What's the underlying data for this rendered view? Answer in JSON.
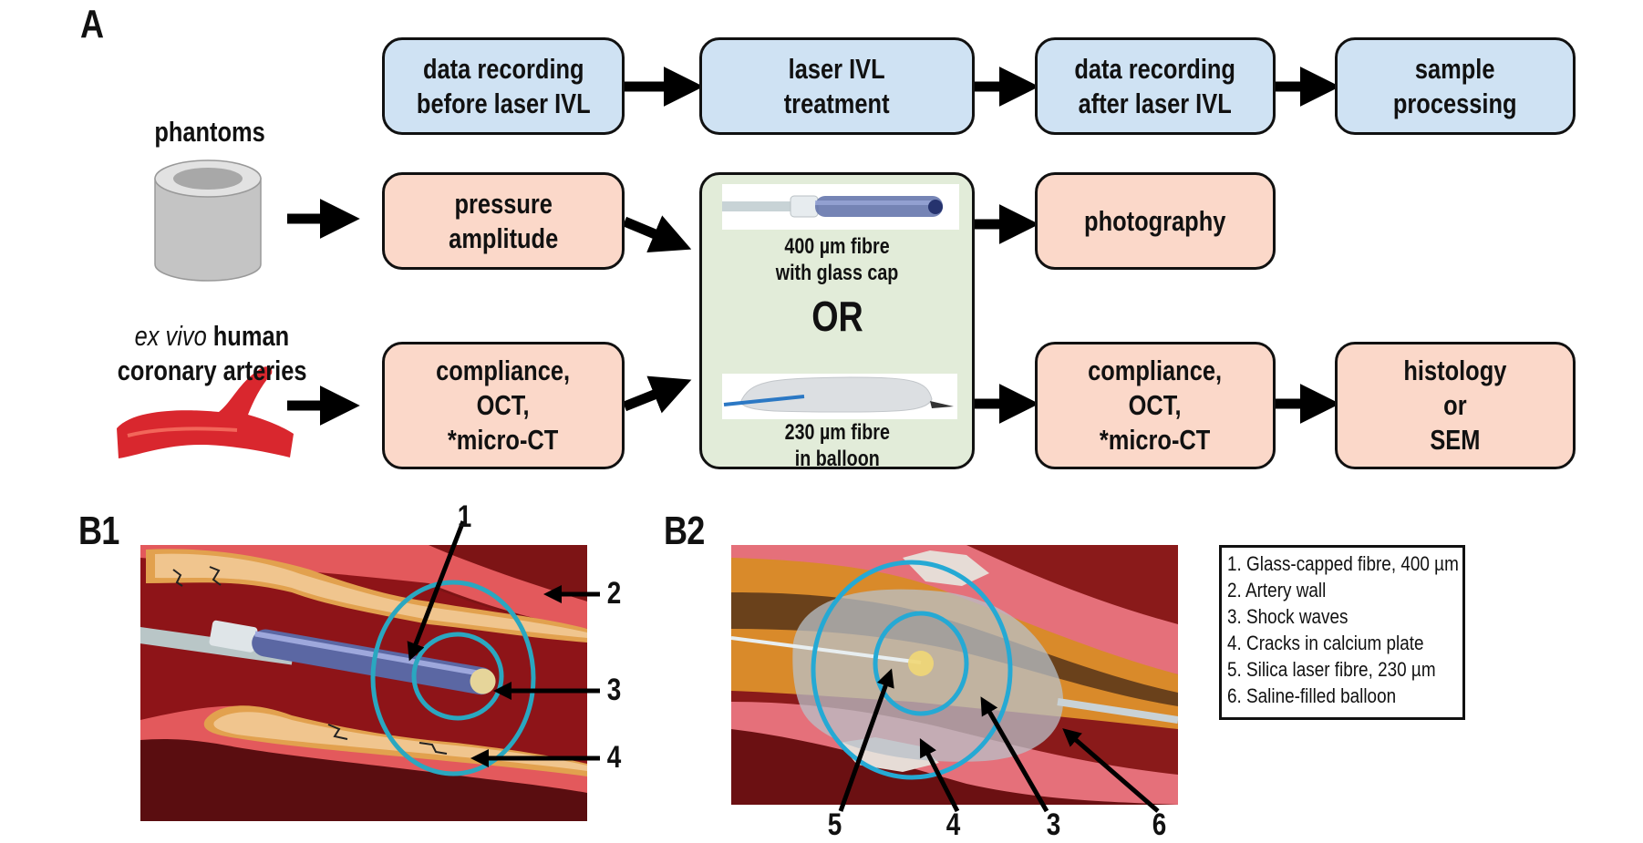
{
  "panels": {
    "a_label": "A",
    "b1_label": "B1",
    "b2_label": "B2"
  },
  "flow_top": [
    {
      "label": "data recording\nbefore laser IVL"
    },
    {
      "label": "laser IVL\ntreatment"
    },
    {
      "label": "data recording\nafter laser IVL"
    },
    {
      "label": "sample\nprocessing"
    }
  ],
  "sources": {
    "phantoms": "phantoms",
    "arteries_italic": "ex vivo",
    "arteries_rest": " human",
    "arteries_line2": "coronary arteries"
  },
  "pre_steps": {
    "pressure": "pressure\namplitude",
    "compliance": "compliance,\nOCT,\n*micro-CT"
  },
  "treatment": {
    "device1_caption": "400 µm fibre\nwith glass cap",
    "or_label": "OR",
    "device2_caption": "230 µm fibre\nin balloon"
  },
  "post_steps": {
    "photography": "photography",
    "compliance": "compliance,\nOCT,\n*micro-CT",
    "histology": "histology\nor\nSEM"
  },
  "b1_callouts": [
    "1",
    "2",
    "3",
    "4"
  ],
  "b2_callouts": [
    "5",
    "4",
    "3",
    "6"
  ],
  "legend": [
    "1. Glass-capped fibre, 400 µm",
    "2. Artery wall",
    "3. Shock waves",
    "4. Cracks in calcium plate",
    "5. Silica laser fibre, 230 µm",
    "6. Saline-filled balloon"
  ],
  "colors": {
    "process_blue": "#cfe2f3",
    "step_pink": "#fbd8c9",
    "treatment_green": "#e2ecd9",
    "shockwave_cyan": "#2aa7c0",
    "artery_red": "#d9272e"
  }
}
